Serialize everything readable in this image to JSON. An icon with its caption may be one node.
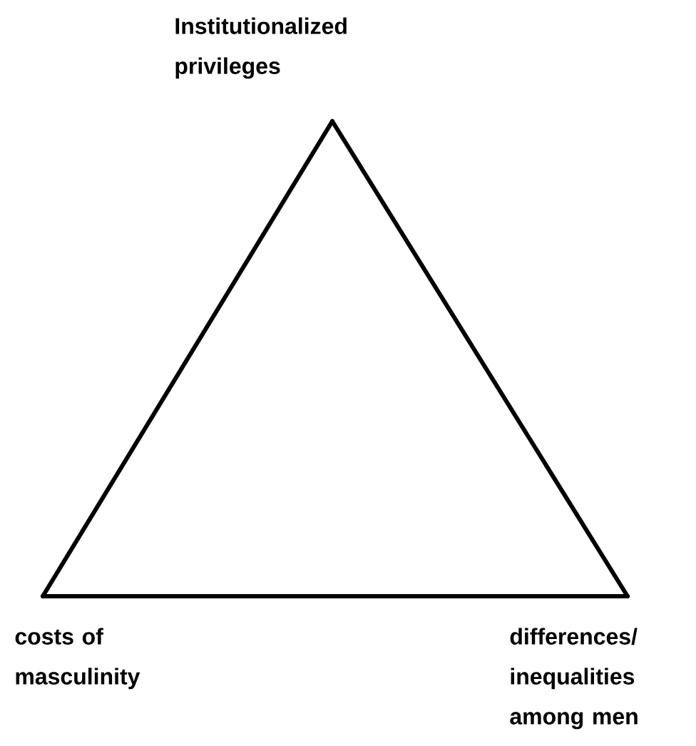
{
  "diagram": {
    "nodes": [
      {
        "text": [
          "Institutionalized privileges"
        ]
      },
      {
        "text": [
          "costs of masculinity"
        ]
      },
      {
        "text": [
          "differences/ inequalities among men"
        ]
      }
    ],
    "edges": [
      {
        "from": 0,
        "to": 1,
        "arrow": "none"
      },
      {
        "from": 1,
        "to": 2,
        "arrow": "none"
      },
      {
        "from": 2,
        "to": 0,
        "arrow": "none"
      }
    ]
  }
}
